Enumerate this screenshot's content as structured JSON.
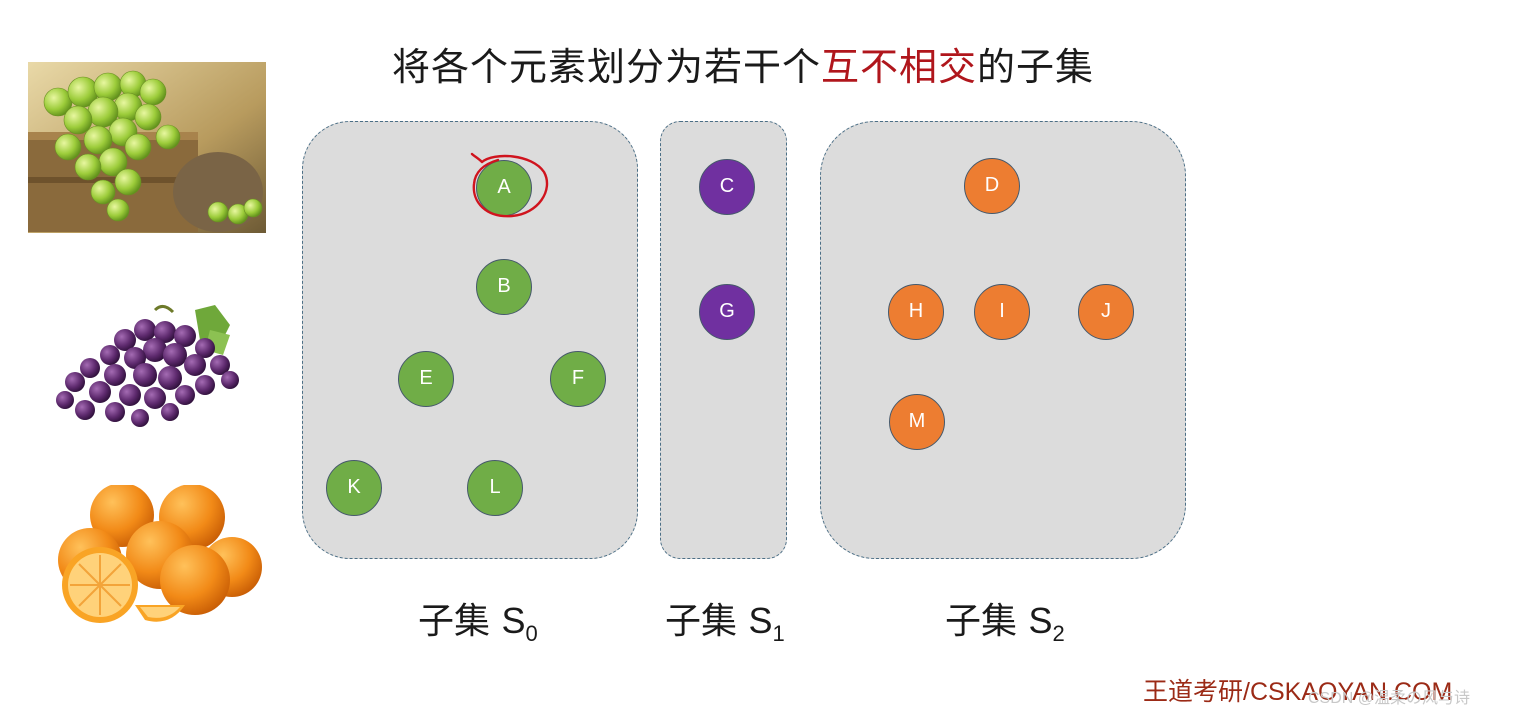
{
  "title": {
    "before": "将各个元素划分为若干个",
    "highlight": "互不相交",
    "after": "的子集"
  },
  "colors": {
    "highlight": "#b0161c",
    "subset_fill": "#dcdcdc",
    "subset_border": "#4c6f86",
    "green_node": "#70ad47",
    "purple_node": "#7030a0",
    "orange_node": "#ed7d31",
    "annotation_circle": "#d0141e",
    "watermark": "#9b2a16"
  },
  "fruits": [
    {
      "name": "green-grapes-image",
      "icon": "green-grapes"
    },
    {
      "name": "purple-grapes-image",
      "icon": "purple-grapes"
    },
    {
      "name": "oranges-image",
      "icon": "oranges"
    }
  ],
  "subsets": [
    {
      "id": "s0",
      "label_text": "子集 ",
      "label_letter": "S",
      "label_sub": "0",
      "nodes": [
        "A",
        "B",
        "E",
        "F",
        "K",
        "L"
      ]
    },
    {
      "id": "s1",
      "label_text": "子集 ",
      "label_letter": "S",
      "label_sub": "1",
      "nodes": [
        "C",
        "G"
      ]
    },
    {
      "id": "s2",
      "label_text": "子集 ",
      "label_letter": "S",
      "label_sub": "2",
      "nodes": [
        "D",
        "H",
        "I",
        "J",
        "M"
      ]
    }
  ],
  "nodes": {
    "A": "A",
    "B": "B",
    "E": "E",
    "F": "F",
    "K": "K",
    "L": "L",
    "C": "C",
    "G": "G",
    "D": "D",
    "H": "H",
    "I": "I",
    "J": "J",
    "M": "M"
  },
  "annotation": {
    "icon": "hand-drawn-circle",
    "target": "A"
  },
  "watermark": "王道考研/CSKAOYAN.COM",
  "csdn_watermark": "CSDN @温柔の风与诗"
}
